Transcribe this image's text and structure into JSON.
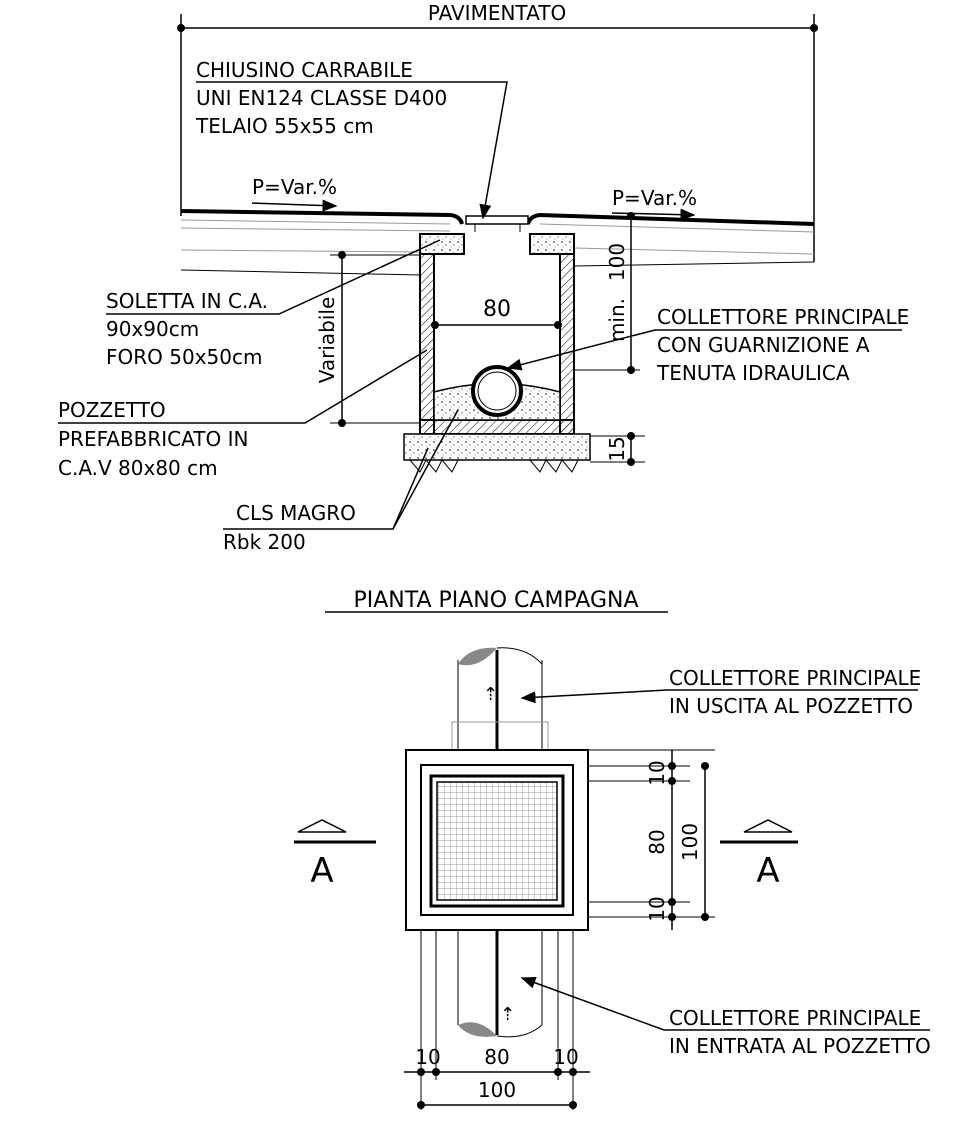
{
  "section": {
    "pavimentato": "PAVIMENTATO",
    "chiusino": [
      "CHIUSINO CARRABILE",
      "UNI EN124 CLASSE D400",
      "TELAIO 55x55 cm"
    ],
    "slope_left": "P=Var.%",
    "slope_right": "P=Var.%",
    "soletta": [
      "SOLETTA IN C.A.",
      "90x90cm",
      "FORO 50x50cm"
    ],
    "pozzetto": [
      "POZZETTO",
      "PREFABBRICATO IN",
      "C.A.V 80x80 cm"
    ],
    "cls": [
      "CLS MAGRO",
      "Rbk 200"
    ],
    "collettore": [
      "COLLETTORE PRINCIPALE",
      "CON GUARNIZIONE A",
      "TENUTA IDRAULICA"
    ],
    "dim_variabile": "Variabile",
    "dim_80": "80",
    "dim_min": "min.",
    "dim_100": "100",
    "dim_15": "15"
  },
  "plan": {
    "title": "PIANTA PIANO CAMPAGNA",
    "collettore_uscita": [
      "COLLETTORE PRINCIPALE",
      "IN USCITA AL POZZETTO"
    ],
    "collettore_entrata": [
      "COLLETTORE PRINCIPALE",
      "IN ENTRATA AL POZZETTO"
    ],
    "section_mark": "A",
    "dims_right": [
      "10",
      "80",
      "10",
      "100"
    ],
    "dims_bottom": [
      "10",
      "80",
      "10",
      "100"
    ]
  }
}
